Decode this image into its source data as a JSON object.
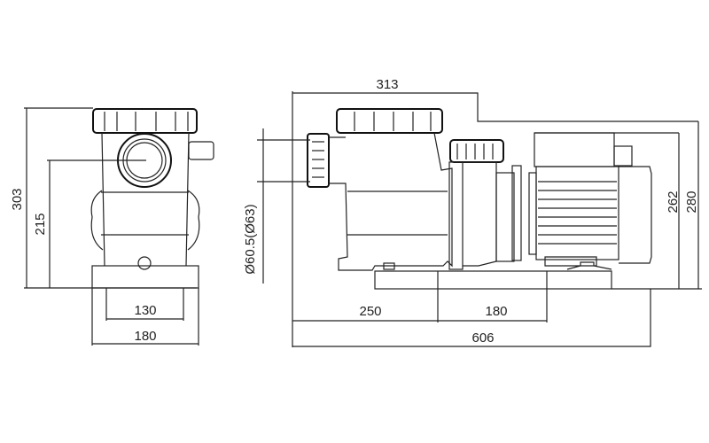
{
  "front_view": {
    "height_total": "303",
    "height_inlet": "215",
    "base_hole_spacing": "130",
    "base_width": "180"
  },
  "side_view": {
    "length_to_outlet": "313",
    "port_diameter": "Ø60.5(Ø63)",
    "inlet_to_base": "250",
    "base_hole_spacing": "180",
    "length_total": "606",
    "height_motor": "262",
    "height_total": "280"
  }
}
